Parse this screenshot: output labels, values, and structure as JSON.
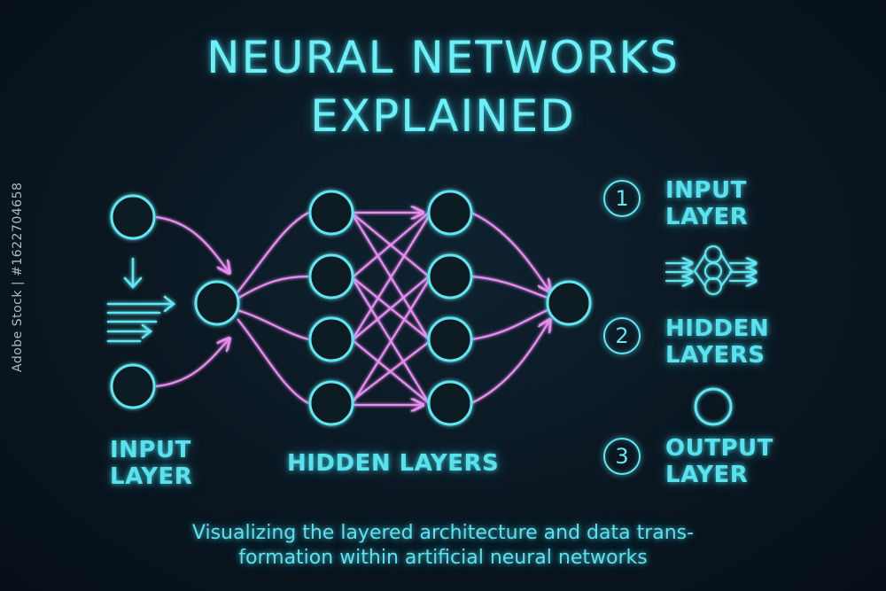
{
  "title": {
    "line1": "NEURAL NETWORKS",
    "line2": "EXPLAINED"
  },
  "labels": {
    "input_layer": "INPUT\nLAYER",
    "hidden_layers": "HIDDEN LAYERS"
  },
  "legend": [
    {
      "number": "1",
      "label": "INPUT\nLAYER"
    },
    {
      "number": "2",
      "label": "HIDDEN\nLAYERS"
    },
    {
      "number": "3",
      "label": "OUTPUT\nLAYER"
    }
  ],
  "caption": {
    "line1": "Visualizing the layered architecture and data trans-",
    "line2": "formation within artificial neural networks"
  },
  "watermark": "Adobe Stock | #1622704658",
  "colors": {
    "node": "#5fe6f0",
    "edge": "#e98cf0",
    "background": "#0a1620"
  },
  "icons": [
    "down-arrow-icon",
    "flow-lines-icon",
    "mini-network-icon",
    "output-node-icon"
  ]
}
